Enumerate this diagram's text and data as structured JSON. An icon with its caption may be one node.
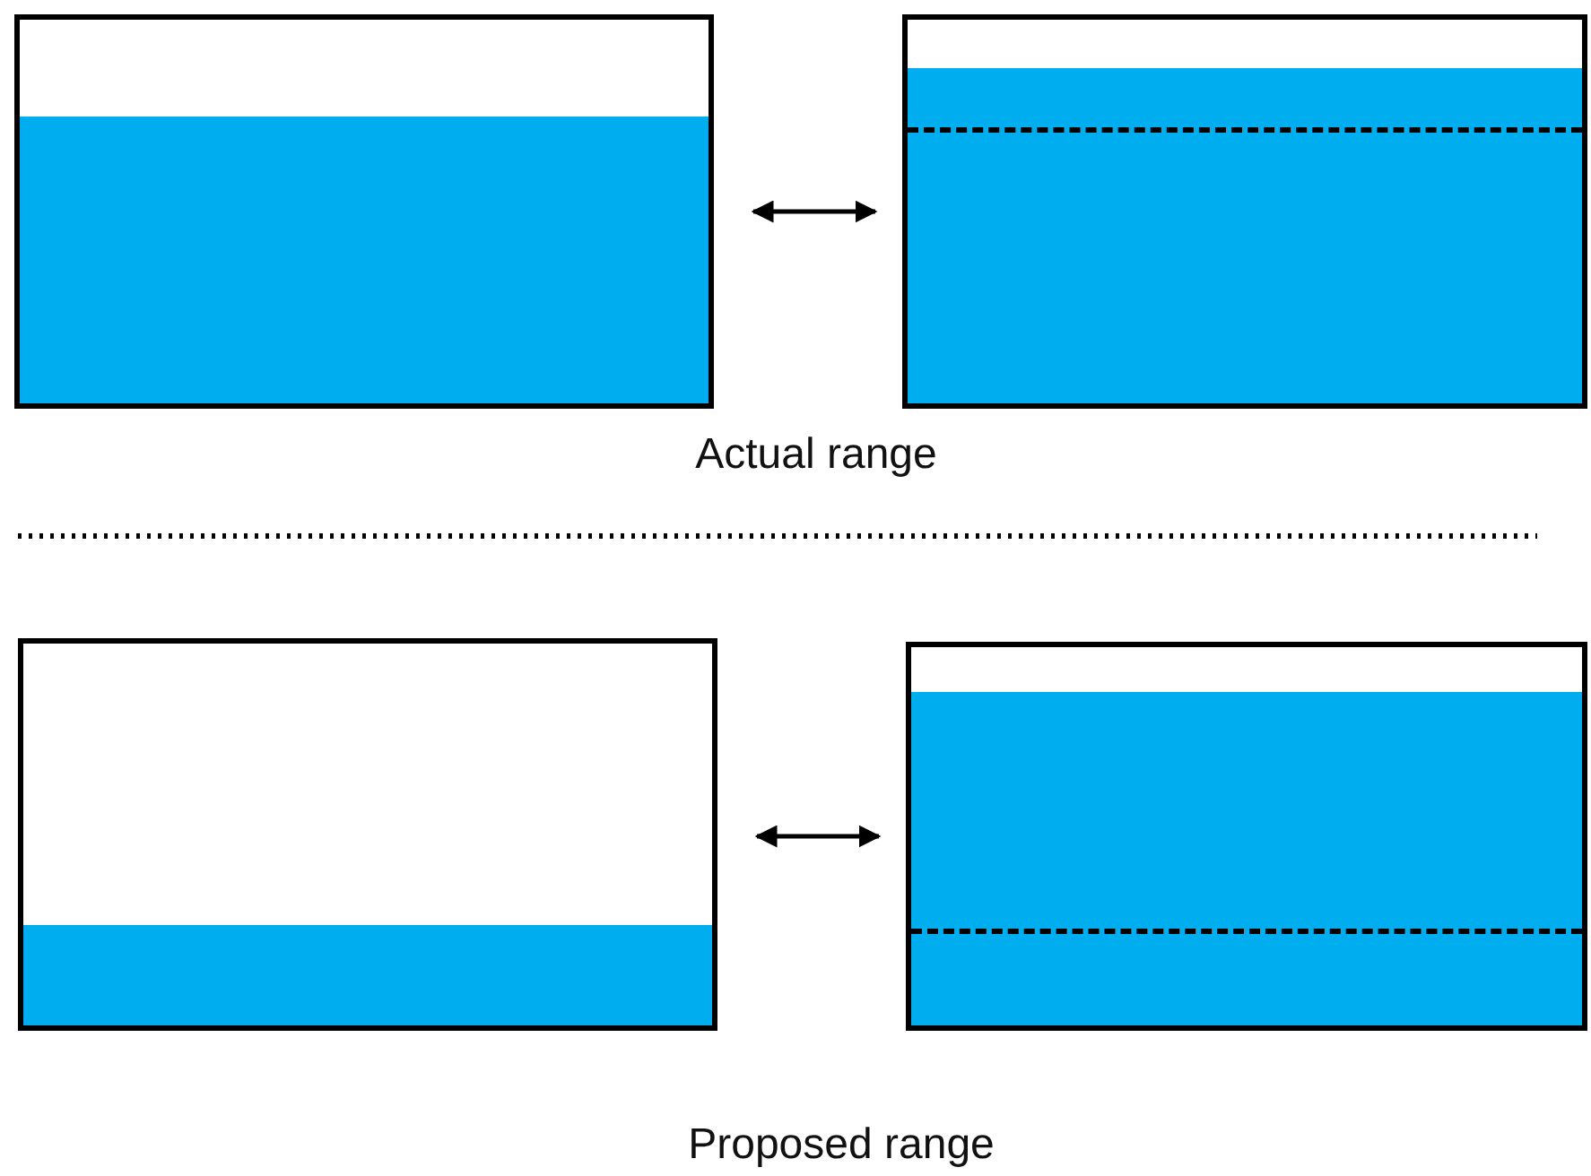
{
  "diagram": {
    "nodes": [
      {
        "text": [],
        "shape": "box"
      },
      {
        "text": [],
        "shape": "box"
      },
      {
        "text": [],
        "shape": "box"
      },
      {
        "text": [],
        "shape": "box"
      }
    ],
    "edges": [
      {
        "from": 0,
        "to": 1,
        "arrow": "both"
      },
      {
        "from": 2,
        "to": 3,
        "arrow": "both"
      }
    ],
    "labels": [
      "Actual range",
      "Proposed range"
    ]
  }
}
